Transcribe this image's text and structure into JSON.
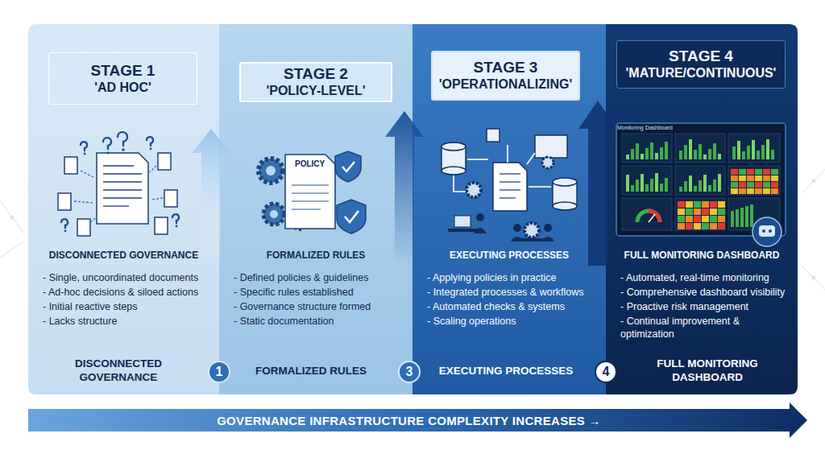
{
  "diagram": {
    "nodes": [
      {
        "text": [
          "DISCONNECTED GOVERNANCE",
          "- Single, uncoordinated documents",
          "- Ad-hoc decisions & siloed actions",
          "- Initial reactive steps",
          "- Lacks structure",
          "DISCONNECTED GOVERNANCE"
        ]
      },
      {
        "text": [
          "STAGE 1",
          "'AD HOC'"
        ],
        "in": 0
      },
      {
        "text": [
          "FORMALIZED RULES",
          "- Defined policies & guidelines",
          "- Specific rules established",
          "- Governance structure formed",
          "- Static documentation",
          "FORMALIZED RULES"
        ]
      },
      {
        "text": [
          "STAGE 2",
          "'POLICY-LEVEL'"
        ],
        "in": 2
      },
      {
        "text": [
          "EXECUTING PROCESSES",
          "- Applying policies in practice",
          "- Integrated processes & workflows",
          "- Automated checks & systems",
          "- Scaling operations",
          "EXECUTING PROCESSES"
        ]
      },
      {
        "text": [
          "STAGE 3",
          "'OPERATIONALIZING'"
        ],
        "in": 4
      },
      {
        "text": [
          "FULL MONITORING DASHBOARD",
          "- Automated, real-time monitoring",
          "- Comprehensive dashboard visibility",
          "- Proactive risk management",
          "- Continual improvement & optimization",
          "FULL MONITORING DASHBOARD"
        ]
      },
      {
        "text": [
          "STAGE 4",
          "'MATURE/CONTINUOUS'"
        ],
        "in": 6
      },
      {
        "text": [
          "1"
        ]
      },
      {
        "text": [
          "3"
        ]
      },
      {
        "text": [
          "4"
        ]
      },
      {
        "text": [
          "GOVERNANCE INFRASTRUCTURE COMPLEXITY INCREASES →"
        ]
      }
    ],
    "labels": [
      "POLICY",
      "Monitoring Dashboard"
    ]
  }
}
